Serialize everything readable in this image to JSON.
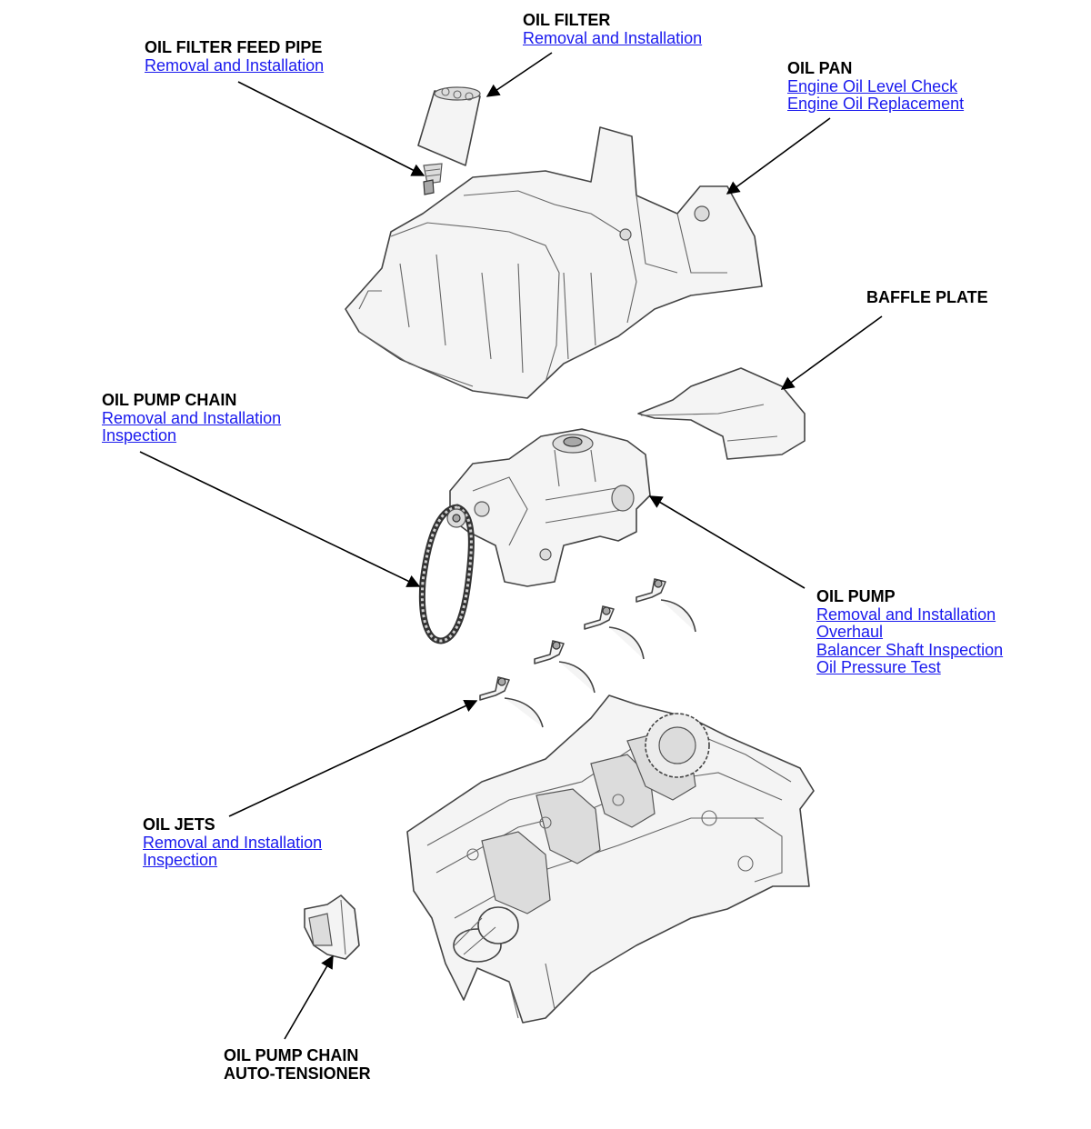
{
  "callouts": {
    "oil_filter": {
      "title": "OIL FILTER",
      "links": [
        "Removal and Installation"
      ]
    },
    "oil_filter_feed_pipe": {
      "title": "OIL FILTER FEED PIPE",
      "links": [
        "Removal and Installation"
      ]
    },
    "oil_pan": {
      "title": "OIL PAN",
      "links": [
        "Engine Oil Level Check",
        "Engine Oil Replacement"
      ]
    },
    "baffle_plate": {
      "title": "BAFFLE PLATE",
      "links": []
    },
    "oil_pump_chain": {
      "title": "OIL PUMP CHAIN",
      "links": [
        "Removal and Installation",
        "Inspection"
      ]
    },
    "oil_pump": {
      "title": "OIL PUMP",
      "links": [
        "Removal and Installation",
        "Overhaul",
        "Balancer Shaft Inspection",
        "Oil Pressure Test"
      ]
    },
    "oil_jets": {
      "title": "OIL JETS",
      "links": [
        "Removal and Installation",
        "Inspection"
      ]
    },
    "oil_pump_chain_auto_tensioner": {
      "title_lines": [
        "OIL PUMP CHAIN",
        "AUTO-TENSIONER"
      ],
      "links": []
    }
  },
  "colors": {
    "link": "#1a1aee",
    "text": "#000000",
    "line": "#444444"
  }
}
